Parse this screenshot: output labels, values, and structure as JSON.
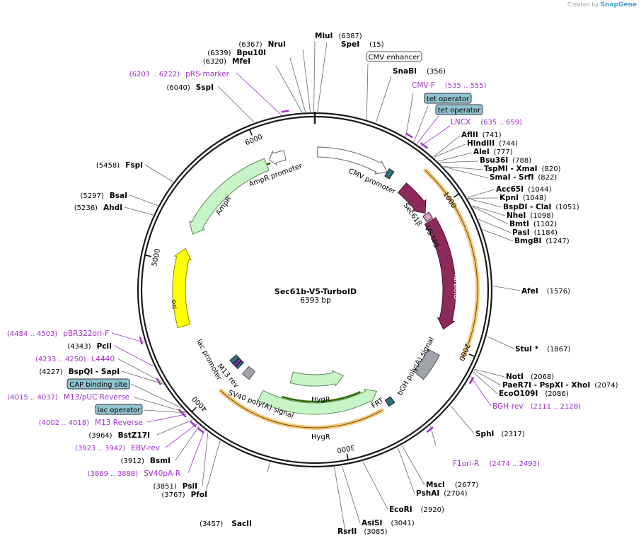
{
  "plasmid": {
    "name": "Sec61b-V5-TurboID",
    "size_label": "6393 bp",
    "length": 6393
  },
  "branding": {
    "created_by": "Created by",
    "product": "SnapGene"
  },
  "ticks": [
    "1000",
    "2000",
    "3000",
    "4000",
    "5000",
    "6000"
  ],
  "sites": [
    {
      "id": "mlui",
      "name": "MluI",
      "pos": "(6387)",
      "bp": 6387,
      "side": "right-name"
    },
    {
      "id": "spei",
      "name": "SpeI",
      "pos": "(15)",
      "bp": 15
    },
    {
      "id": "nrui",
      "name": "NruI",
      "pos": "(6367)",
      "bp": 6367
    },
    {
      "id": "bpu10i",
      "name": "Bpu10I",
      "pos": "(6339)",
      "bp": 6339
    },
    {
      "id": "mfei",
      "name": "MfeI",
      "pos": "(6320)",
      "bp": 6320
    },
    {
      "id": "sspi",
      "name": "SspI",
      "pos": "(6040)",
      "bp": 6040
    },
    {
      "id": "snabi",
      "name": "SnaBI",
      "pos": "(356)",
      "bp": 356
    },
    {
      "id": "aflii",
      "name": "AflII",
      "pos": "(741)",
      "bp": 741
    },
    {
      "id": "hindiii",
      "name": "HindIII",
      "pos": "(744)",
      "bp": 744
    },
    {
      "id": "alei",
      "name": "AleI",
      "pos": "(777)",
      "bp": 777
    },
    {
      "id": "bsu36i",
      "name": "Bsu36I",
      "pos": "(788)",
      "bp": 788
    },
    {
      "id": "tspmi",
      "name": "TspMI - XmaI",
      "pos": "(820)",
      "bp": 820
    },
    {
      "id": "smai",
      "name": "SmaI - SrfI",
      "pos": "(822)",
      "bp": 822
    },
    {
      "id": "acc65i",
      "name": "Acc65I",
      "pos": "(1044)",
      "bp": 1044
    },
    {
      "id": "kpni",
      "name": "KpnI",
      "pos": "(1048)",
      "bp": 1048
    },
    {
      "id": "bspdi",
      "name": "BspDI - ClaI",
      "pos": "(1051)",
      "bp": 1051
    },
    {
      "id": "nhei",
      "name": "NheI",
      "pos": "(1098)",
      "bp": 1098
    },
    {
      "id": "bmti",
      "name": "BmtI",
      "pos": "(1102)",
      "bp": 1102
    },
    {
      "id": "pasi",
      "name": "PasI",
      "pos": "(1184)",
      "bp": 1184
    },
    {
      "id": "bmgbi",
      "name": "BmgBI",
      "pos": "(1247)",
      "bp": 1247
    },
    {
      "id": "afei",
      "name": "AfeI",
      "pos": "(1576)",
      "bp": 1576
    },
    {
      "id": "stui",
      "name": "StuI *",
      "pos": "(1867)",
      "bp": 1867
    },
    {
      "id": "noti",
      "name": "NotI",
      "pos": "(2068)",
      "bp": 2068
    },
    {
      "id": "paer7i",
      "name": "PaeR7I - PspXI - XhoI",
      "pos": "(2074)",
      "bp": 2074
    },
    {
      "id": "ecoo109i",
      "name": "EcoO109I",
      "pos": "(2086)",
      "bp": 2086
    },
    {
      "id": "sphi",
      "name": "SphI",
      "pos": "(2317)",
      "bp": 2317
    },
    {
      "id": "msci",
      "name": "MscI",
      "pos": "(2677)",
      "bp": 2677
    },
    {
      "id": "pshai",
      "name": "PshAI",
      "pos": "(2704)",
      "bp": 2704
    },
    {
      "id": "ecori",
      "name": "EcoRI",
      "pos": "(2920)",
      "bp": 2920
    },
    {
      "id": "asisi",
      "name": "AsiSI",
      "pos": "(3041)",
      "bp": 3041
    },
    {
      "id": "rsrii",
      "name": "RsrII",
      "pos": "(3085)",
      "bp": 3085
    },
    {
      "id": "sacii",
      "name": "SacII",
      "pos": "(3457)",
      "bp": 3457
    },
    {
      "id": "pfoi",
      "name": "PfoI",
      "pos": "(3767)",
      "bp": 3767
    },
    {
      "id": "psii",
      "name": "PsiI",
      "pos": "(3851)",
      "bp": 3851
    },
    {
      "id": "bsmi",
      "name": "BsmI",
      "pos": "(3912)",
      "bp": 3912
    },
    {
      "id": "bstz17i",
      "name": "BstZ17I",
      "pos": "(3964)",
      "bp": 3964
    },
    {
      "id": "bspqi",
      "name": "BspQI - SapI",
      "pos": "(4227)",
      "bp": 4227
    },
    {
      "id": "pcii",
      "name": "PciI",
      "pos": "(4343)",
      "bp": 4343
    },
    {
      "id": "ahdi",
      "name": "AhdI",
      "pos": "(5236)",
      "bp": 5236
    },
    {
      "id": "bsai",
      "name": "BsaI",
      "pos": "(5297)",
      "bp": 5297
    },
    {
      "id": "fspi",
      "name": "FspI",
      "pos": "(5458)",
      "bp": 5458
    }
  ],
  "primers": [
    {
      "id": "prs-marker",
      "name": "pRS-marker",
      "pos": "(6203 .. 6222)"
    },
    {
      "id": "cmv-f",
      "name": "CMV-F",
      "pos": "(535 .. 555)"
    },
    {
      "id": "lncx",
      "name": "LNCX",
      "pos": "(635 .. 659)"
    },
    {
      "id": "bgh-rev",
      "name": "BGH-rev",
      "pos": "(2111 .. 2128)"
    },
    {
      "id": "f1ori-r",
      "name": "F1ori-R",
      "pos": "(2474 .. 2493)"
    },
    {
      "id": "pbr322ori-f",
      "name": "pBR322ori-F",
      "pos": "(4484 .. 4503)"
    },
    {
      "id": "l4440",
      "name": "L4440",
      "pos": "(4233 .. 4250)"
    },
    {
      "id": "m13-puc-rev",
      "name": "M13/pUC Reverse",
      "pos": "(4015 .. 4037)"
    },
    {
      "id": "m13-reverse",
      "name": "M13 Reverse",
      "pos": "(4002 .. 4018)"
    },
    {
      "id": "ebv-rev",
      "name": "EBV-rev",
      "pos": "(3923 .. 3942)"
    },
    {
      "id": "sv40pa-r",
      "name": "SV40pA-R",
      "pos": "(3869 .. 3888)"
    }
  ],
  "boxed_labels": [
    {
      "id": "cmv-enhancer",
      "text": "CMV enhancer",
      "style": "white"
    },
    {
      "id": "tet-operator-1",
      "text": "tet operator",
      "style": "blue"
    },
    {
      "id": "tet-operator-2",
      "text": "tet operator",
      "style": "blue"
    },
    {
      "id": "cap-binding-site",
      "text": "CAP binding site",
      "style": "blue"
    },
    {
      "id": "lac-operator",
      "text": "lac operator",
      "style": "blue"
    }
  ],
  "features": {
    "cmv_promoter": "CMV promoter",
    "sec61b": "Sec61β",
    "v5_tag": "V5 tag",
    "turboid": "TurboID",
    "bgh_signal": "bGH poly(A) signal",
    "hygr_inner": "HygR",
    "hygr_outer": "HygR",
    "frt": "FRT",
    "sv40_signal": "SV40 poly(A) signal",
    "m13_rev": "M13 rev",
    "lac_promoter": "lac promoter",
    "ori": "ori",
    "ampr": "AmpR",
    "ampr_promoter": "AmpR promoter"
  },
  "colors": {
    "backbone": "#1a1a1a",
    "primer": "#a030c8",
    "turboid": "#8c2a5c",
    "teal": "#2e6f80",
    "resistance": "#c8f5c8",
    "resistance_stroke": "#5b8a5b",
    "ori": "#ffff00",
    "polyA": "#a0a4aa",
    "orf_band": "#f5c87a",
    "orf_line": "#2f6b00",
    "box_blue": "#8fc4d2"
  }
}
